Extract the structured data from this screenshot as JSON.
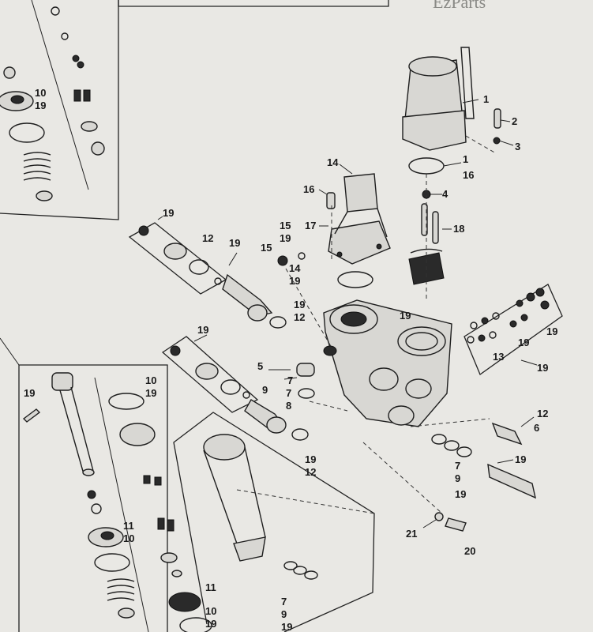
{
  "brand": "EzParts",
  "callouts": [
    "1",
    "2",
    "3",
    "1",
    "16",
    "4",
    "14",
    "16",
    "17",
    "18",
    "15",
    "19",
    "15",
    "14",
    "19",
    "19",
    "19",
    "12",
    "19",
    "19",
    "12",
    "19",
    "13",
    "19",
    "19",
    "19",
    "5",
    "7",
    "7",
    "8",
    "9",
    "12",
    "6",
    "19",
    "12",
    "19",
    "7",
    "9",
    "19",
    "21",
    "20",
    "19",
    "10",
    "19",
    "10",
    "19",
    "11",
    "10",
    "11",
    "10",
    "19",
    "7",
    "9",
    "19"
  ]
}
